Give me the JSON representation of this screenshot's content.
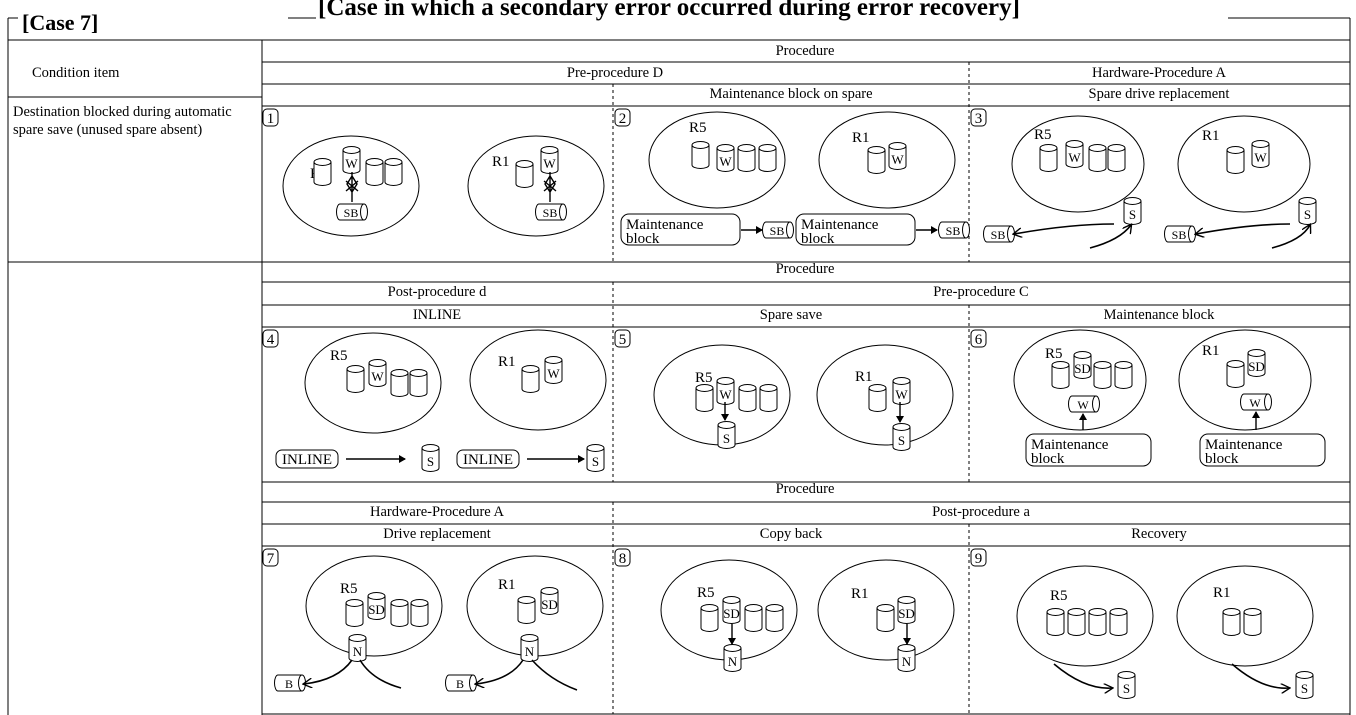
{
  "header": {
    "case_label": "[Case 7]",
    "title": "[Case in which a secondary error occurred during error recovery]"
  },
  "table": {
    "condition_item_label": "Condition item",
    "condition_text": "Destination blocked during automatic spare save (unused spare absent)",
    "sections": [
      {
        "procedure_label": "Procedure",
        "groups": [
          "Pre-procedure D",
          "Hardware-Procedure A"
        ],
        "steps": [
          "",
          "Maintenance block on spare",
          "Spare drive replacement"
        ],
        "numbers": [
          "1",
          "2",
          "3"
        ]
      },
      {
        "procedure_label": "Procedure",
        "groups": [
          "Post-procedure d",
          "Pre-procedure C"
        ],
        "steps": [
          "INLINE",
          "Spare save",
          "Maintenance block"
        ],
        "numbers": [
          "4",
          "5",
          "6"
        ]
      },
      {
        "procedure_label": "Procedure",
        "groups": [
          "Hardware-Procedure A",
          "Post-procedure a"
        ],
        "steps": [
          "Drive replacement",
          "Copy back",
          "Recovery"
        ],
        "numbers": [
          "7",
          "8",
          "9"
        ]
      }
    ]
  },
  "diagram_labels": {
    "raid5": "R5",
    "raid1": "R1",
    "w": "W",
    "sb": "SB",
    "s": "S",
    "sd": "SD",
    "n": "N",
    "b": "B",
    "maintenance_block": "Maintenance block",
    "maintenance": "Maintenance",
    "block": "block",
    "inline": "INLINE"
  }
}
